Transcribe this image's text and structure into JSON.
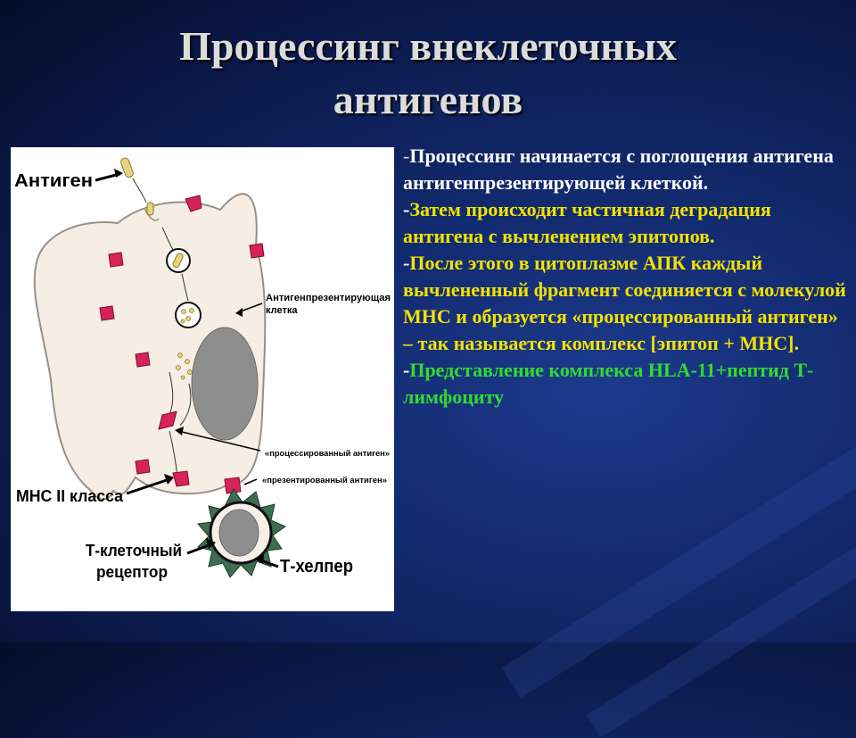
{
  "slide": {
    "title_line1": "Процессинг внеклеточных",
    "title_line2": "антигенов"
  },
  "diagram": {
    "labels": {
      "antigen": "Антиген",
      "apc": "Антигенпрезентирующая",
      "apc2": "клетка",
      "processed": "«процессированный антиген»",
      "presented": "«презентированный антиген»",
      "mhc": "МНС II класса",
      "tcr1": "Т-клеточный",
      "tcr2": "рецептор",
      "thelper": "Т-хелпер"
    },
    "colors": {
      "cell_fill": "#f6eee4",
      "nucleus": "#8e8e8e",
      "mhc": "#d8225a",
      "tcell_spikes": "#3d6e50"
    }
  },
  "text": {
    "dash": "-",
    "p1": "Процессинг начинается с поглощения антигена антигенпрезентирующей клеткой.",
    "p2": "Затем происходит частичная деградация антигена с вычленением эпитопов.",
    "p3": "После этого в цитоплазме АПК каждый вычлененный фрагмент соединяется с молекулой МНС и образуется «процессированный антиген» – так называется комплекс [эпитоп + МНС].",
    "p4": "Представление комплекса HLA-11+пептид Т-лимфоциту"
  }
}
